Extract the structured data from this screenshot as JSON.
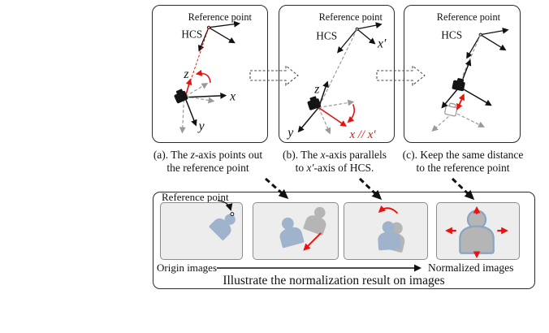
{
  "figure": {
    "panels": {
      "a": {
        "reference_point": "Reference point",
        "hcs": "HCS",
        "z": "z",
        "x": "x",
        "y": "y"
      },
      "b": {
        "reference_point": "Reference point",
        "hcs": "HCS",
        "z": "z",
        "y": "y",
        "x_prime": "x′",
        "x_parallel": "x // x′"
      },
      "c": {
        "reference_point": "Reference point",
        "hcs": "HCS"
      }
    },
    "captions": {
      "a": {
        "p1": "(a). The ",
        "v1": "z",
        "p2": "-axis points out",
        "line2": "the reference point"
      },
      "b": {
        "p1": "(b). The ",
        "v1": "x",
        "p2": "-axis parallels",
        "l2a": "to ",
        "l2v": "x′",
        "l2b": "-axis of HCS."
      },
      "c": {
        "line1": "(c). Keep the same distance",
        "line2": "to the reference point"
      }
    },
    "bottom": {
      "reference_point": "Reference point",
      "origin": "Origin images",
      "normalized": "Normalized images",
      "caption": "Illustrate the normalization result on images"
    },
    "colors": {
      "accent_red": "#e8120e",
      "person_blue": "#9fb3cc",
      "person_gray": "#b5b5b5",
      "thumbnail_background": "#ededed"
    },
    "icons": [
      "camera-icon",
      "ghost-camera-icon",
      "reference-point-marker",
      "hollow-step-arrow-icon",
      "step-connector-arrow-icon",
      "rotation-arc-icon",
      "translation-arrow-icon",
      "scale-arrows-icon",
      "person-silhouette-icon"
    ]
  }
}
